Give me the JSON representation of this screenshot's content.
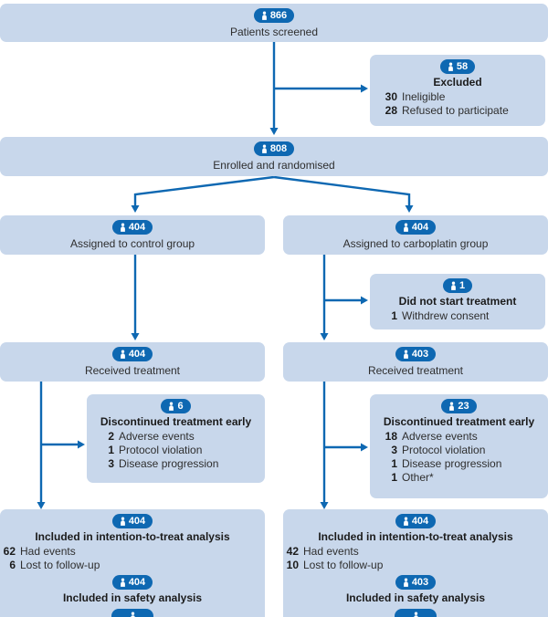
{
  "figure": {
    "type": "consort-flow-diagram",
    "colors": {
      "box_fill": "#c8d7eb",
      "accent": "#0e68b2",
      "text": "#2e2e2e",
      "background": "#ffffff"
    }
  },
  "nodes": {
    "screened": {
      "count": "866",
      "label": "Patients screened"
    },
    "excluded": {
      "count": "58",
      "title": "Excluded",
      "items": [
        {
          "num": "30",
          "text": "Ineligible"
        },
        {
          "num": "28",
          "text": "Refused to participate"
        }
      ]
    },
    "enrolled": {
      "count": "808",
      "label": "Enrolled and randomised"
    },
    "assigned_control": {
      "count": "404",
      "label": "Assigned to control group"
    },
    "assigned_carboplatin": {
      "count": "404",
      "label": "Assigned to carboplatin group"
    },
    "not_started": {
      "count": "1",
      "title": "Did not start treatment",
      "items": [
        {
          "num": "1",
          "text": "Withdrew consent"
        }
      ]
    },
    "received_control": {
      "count": "404",
      "label": "Received treatment"
    },
    "received_carboplatin": {
      "count": "403",
      "label": "Received treatment"
    },
    "discontinued_control": {
      "count": "6",
      "title": "Discontinued treatment early",
      "items": [
        {
          "num": "2",
          "text": "Adverse events"
        },
        {
          "num": "1",
          "text": "Protocol violation"
        },
        {
          "num": "3",
          "text": "Disease progression"
        }
      ]
    },
    "discontinued_carboplatin": {
      "count": "23",
      "title": "Discontinued treatment early",
      "items": [
        {
          "num": "18",
          "text": "Adverse events"
        },
        {
          "num": "3",
          "text": "Protocol violation"
        },
        {
          "num": "1",
          "text": "Disease progression"
        },
        {
          "num": "1",
          "text": "Other*"
        }
      ]
    },
    "itt_control": {
      "count": "404",
      "title": "Included in intention-to-treat analysis",
      "items": [
        {
          "num": "62",
          "text": "Had events"
        },
        {
          "num": "6",
          "text": "Lost to follow-up"
        }
      ],
      "safety_count": "404",
      "safety_title": "Included in safety analysis"
    },
    "itt_carboplatin": {
      "count": "404",
      "title": "Included in intention-to-treat analysis",
      "items": [
        {
          "num": "42",
          "text": "Had events"
        },
        {
          "num": "10",
          "text": "Lost to follow-up"
        }
      ],
      "safety_count": "403",
      "safety_title": "Included in safety analysis"
    }
  }
}
